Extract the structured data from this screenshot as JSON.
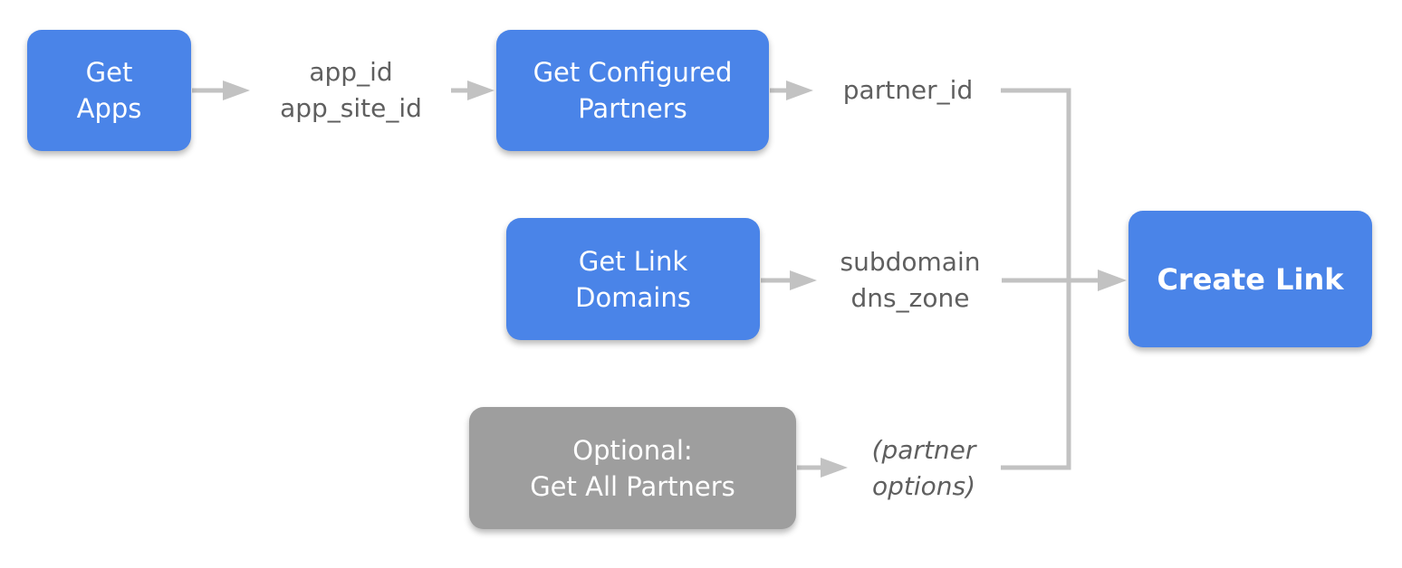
{
  "nodes": {
    "get_apps": [
      "Get",
      "Apps"
    ],
    "get_configured_partners": [
      "Get Configured",
      "Partners"
    ],
    "get_link_domains": [
      "Get Link",
      "Domains"
    ],
    "get_all_partners": [
      "Optional:",
      "Get All Partners"
    ],
    "create_link": [
      "Create Link"
    ]
  },
  "labels": {
    "app_ids": [
      "app_id",
      "app_site_id"
    ],
    "partner_id": [
      "partner_id"
    ],
    "domain_fields": [
      "subdomain",
      "dns_zone"
    ],
    "partner_options": [
      "(partner",
      "options)"
    ]
  },
  "colors": {
    "node_blue": "#4a84e8",
    "node_gray": "#9e9e9e",
    "connector": "#c2c2c2",
    "label_text": "#5f5f5f"
  }
}
